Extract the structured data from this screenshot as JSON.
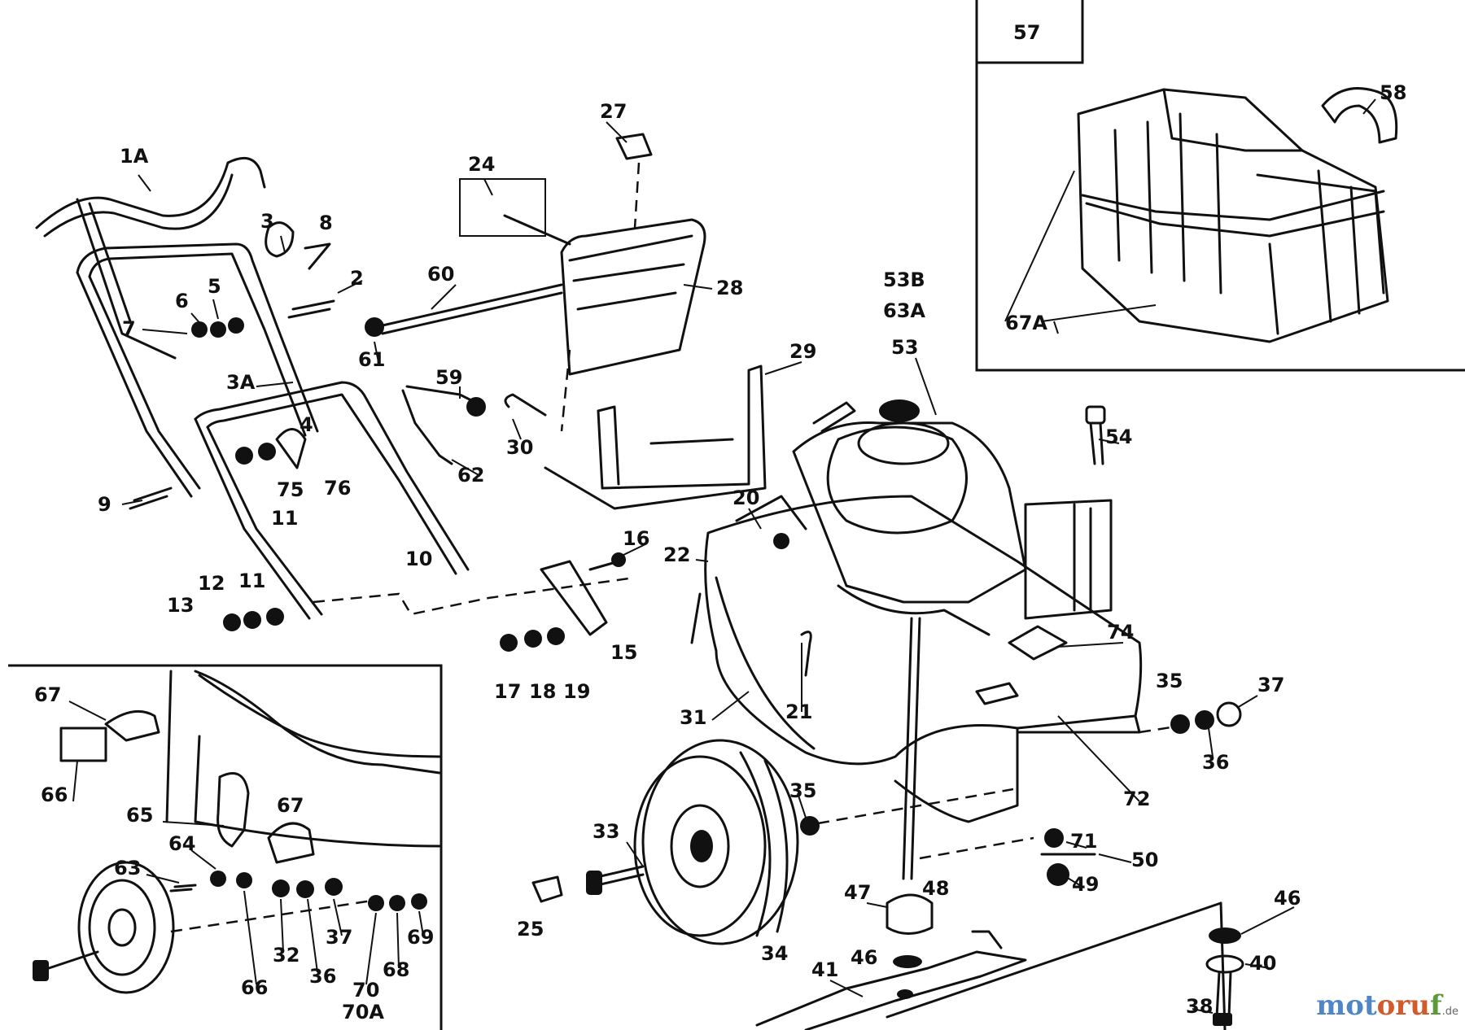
{
  "labels": {
    "l1A": "1A",
    "l3": "3",
    "l8": "8",
    "l2": "2",
    "l6": "6",
    "l5": "5",
    "l7": "7",
    "l3A": "3A",
    "l4": "4",
    "l9": "9",
    "l75": "75",
    "l76": "76",
    "l11a": "11",
    "l10": "10",
    "l12": "12",
    "l11b": "11",
    "l13": "13",
    "l24": "24",
    "l27": "27",
    "l28": "28",
    "l60": "60",
    "l61": "61",
    "l59": "59",
    "l30": "30",
    "l62": "62",
    "l29": "29",
    "l53B": "53B",
    "l63A": "63A",
    "l53": "53",
    "l54": "54",
    "l20": "20",
    "l16": "16",
    "l22": "22",
    "l15": "15",
    "l17": "17",
    "l18": "18",
    "l19": "19",
    "l74": "74",
    "l21": "21",
    "l31": "31",
    "l35a": "35",
    "l37a": "37",
    "l36a": "36",
    "l72": "72",
    "l35b": "35",
    "l33": "33",
    "l34": "34",
    "l25": "25",
    "l71": "71",
    "l50": "50",
    "l49": "49",
    "l47": "47",
    "l48": "48",
    "l46a": "46",
    "l46b": "46",
    "l40": "40",
    "l41": "41",
    "l38": "38",
    "l57": "57",
    "l58": "58",
    "l67A": "67A",
    "l67a": "67",
    "l66a": "66",
    "l65": "65",
    "l67b": "67",
    "l64": "64",
    "l63": "63",
    "l66b": "66",
    "l32": "32",
    "l36b": "36",
    "l37b": "37",
    "l70": "70",
    "l70A": "70A",
    "l68": "68",
    "l69": "69"
  },
  "watermark": {
    "part_a": "mot",
    "part_b": "oru",
    "part_c": "f",
    "tld": ".de"
  }
}
